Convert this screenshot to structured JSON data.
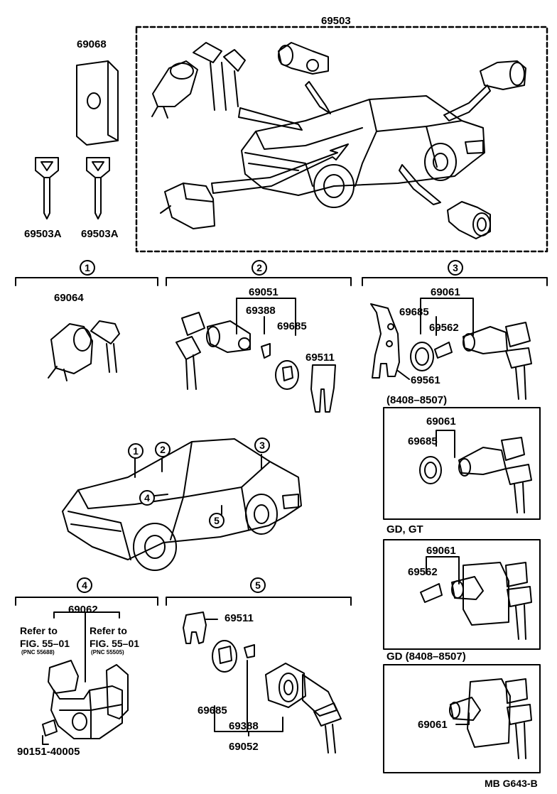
{
  "parts": {
    "set": "69503",
    "keyless_holder": "69068",
    "key_left": "69503A",
    "key_right": "69503A",
    "g1_cylinder": "69064",
    "g2_set": "69051",
    "g2_clip": "69388",
    "g2_pad": "69685",
    "g2_retainer": "69511",
    "g3_set": "69061",
    "g3_pad": "69685",
    "g3_screw": "69562",
    "g3_bracket": "69561",
    "v1_set": "69061",
    "v1_pad": "69685",
    "v2_set": "69061",
    "v2_screw": "69562",
    "v3_set": "69061",
    "g4_set": "69062",
    "g4_refer_left": "Refer to",
    "g4_fig_left": "FIG. 55–01",
    "g4_pnc_left": "(PNC 55688)",
    "g4_refer_right": "Refer to",
    "g4_fig_right": "FIG. 55–01",
    "g4_pnc_right": "(PNC 55505)",
    "g4_bolt": "90151-40005",
    "g5_retainer": "69511",
    "g5_pad": "69685",
    "g5_clip": "69388",
    "g5_set": "69052"
  },
  "groups": {
    "g1": "1",
    "g2": "2",
    "g3": "3",
    "g4": "4",
    "g5": "5"
  },
  "car_callouts": {
    "c1": "1",
    "c2": "2",
    "c3": "3",
    "c4": "4",
    "c5": "5"
  },
  "variants": {
    "v1_title": "(8408–8507)",
    "v2_title": "GD, GT",
    "v3_title": "GD (8408–8507)"
  },
  "footer": {
    "code": "MB G643-B"
  }
}
